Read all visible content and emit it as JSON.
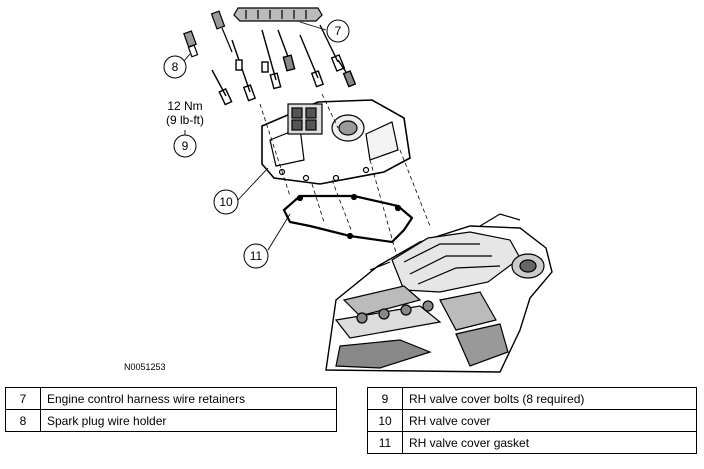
{
  "figure_id": "N0051253",
  "torque_spec": {
    "line1": "12 Nm",
    "line2": "(9 lb-ft)"
  },
  "callouts": [
    "7",
    "8",
    "9",
    "10",
    "11"
  ],
  "legend_left": [
    {
      "num": "7",
      "desc": "Engine control harness wire retainers"
    },
    {
      "num": "8",
      "desc": "Spark plug wire holder"
    }
  ],
  "legend_right": [
    {
      "num": "9",
      "desc": "RH valve cover bolts (8 required)"
    },
    {
      "num": "10",
      "desc": "RH valve cover"
    },
    {
      "num": "11",
      "desc": "RH valve cover gasket"
    }
  ]
}
